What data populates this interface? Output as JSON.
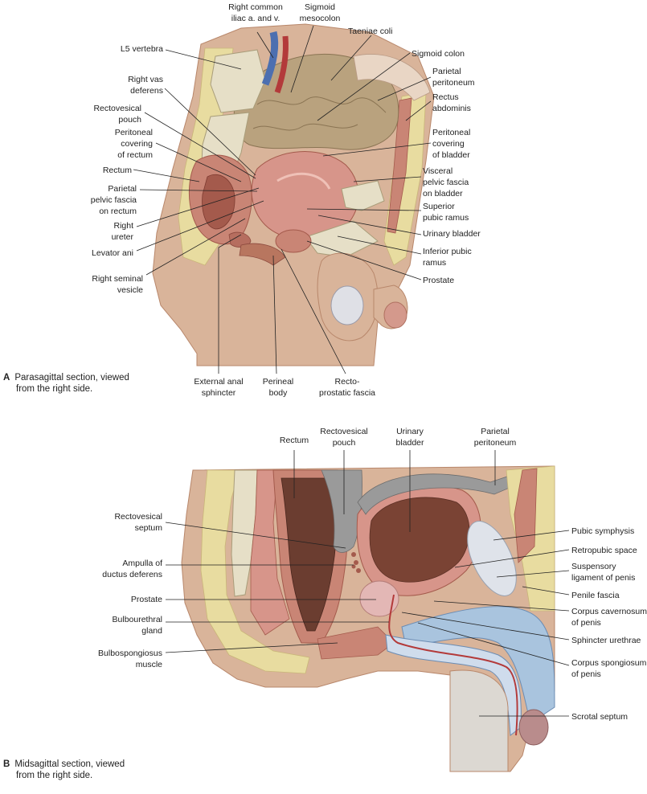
{
  "figure_a": {
    "letter": "A",
    "caption_line1": "Parasagittal section, viewed",
    "caption_line2": "from the right side.",
    "labels": {
      "right_common_iliac_1": "Right common",
      "right_common_iliac_2": "iliac a. and v.",
      "sigmoid_mesocolon_1": "Sigmoid",
      "sigmoid_mesocolon_2": "mesocolon",
      "taeniae_coli": "Taeniae coli",
      "l5_vertebra": "L5 vertebra",
      "sigmoid_colon": "Sigmoid colon",
      "parietal_peritoneum_1": "Parietal",
      "parietal_peritoneum_2": "peritoneum",
      "right_vas_deferens_1": "Right vas",
      "right_vas_deferens_2": "deferens",
      "rectus_abdominis_1": "Rectus",
      "rectus_abdominis_2": "abdominis",
      "rectovesical_pouch_1": "Rectovesical",
      "rectovesical_pouch_2": "pouch",
      "peritoneal_cov_rectum_1": "Peritoneal",
      "peritoneal_cov_rectum_2": "covering",
      "peritoneal_cov_rectum_3": "of rectum",
      "peritoneal_cov_bladder_1": "Peritoneal",
      "peritoneal_cov_bladder_2": "covering",
      "peritoneal_cov_bladder_3": "of bladder",
      "rectum": "Rectum",
      "visceral_fascia_1": "Visceral",
      "visceral_fascia_2": "pelvic fascia",
      "visceral_fascia_3": "on bladder",
      "parietal_fascia_1": "Parietal",
      "parietal_fascia_2": "pelvic fascia",
      "parietal_fascia_3": "on rectum",
      "superior_pubic_1": "Superior",
      "superior_pubic_2": "pubic ramus",
      "right_ureter_1": "Right",
      "right_ureter_2": "ureter",
      "urinary_bladder": "Urinary bladder",
      "levator_ani": "Levator ani",
      "inferior_pubic_1": "Inferior pubic",
      "inferior_pubic_2": "ramus",
      "right_seminal_1": "Right seminal",
      "right_seminal_2": "vesicle",
      "prostate": "Prostate",
      "external_anal_1": "External anal",
      "external_anal_2": "sphincter",
      "perineal_body_1": "Perineal",
      "perineal_body_2": "body",
      "recto_prostatic_1": "Recto-",
      "recto_prostatic_2": "prostatic fascia"
    }
  },
  "figure_b": {
    "letter": "B",
    "caption_line1": "Midsagittal section, viewed",
    "caption_line2": "from the right side.",
    "labels": {
      "rectum": "Rectum",
      "rectovesical_pouch_1": "Rectovesical",
      "rectovesical_pouch_2": "pouch",
      "urinary_bladder_1": "Urinary",
      "urinary_bladder_2": "bladder",
      "parietal_peritoneum_1": "Parietal",
      "parietal_peritoneum_2": "peritoneum",
      "rectovesical_septum_1": "Rectovesical",
      "rectovesical_septum_2": "septum",
      "pubic_symphysis": "Pubic symphysis",
      "retropubic_space": "Retropubic space",
      "ampulla_1": "Ampulla of",
      "ampulla_2": "ductus deferens",
      "suspensory_1": "Suspensory",
      "suspensory_2": "ligament of penis",
      "penile_fascia": "Penile fascia",
      "prostate": "Prostate",
      "corpus_cav_1": "Corpus cavernosum",
      "corpus_cav_2": "of penis",
      "bulbourethral_1": "Bulbourethral",
      "bulbourethral_2": "gland",
      "sphincter": "Sphincter urethrae",
      "bulbospongiosus_1": "Bulbospongiosus",
      "bulbospongiosus_2": "muscle",
      "corpus_spong_1": "Corpus spongiosum",
      "corpus_spong_2": "of penis",
      "scrotal_septum": "Scrotal septum"
    }
  },
  "colors": {
    "skin": "#d9b49a",
    "skin_shadow": "#b8876b",
    "muscle": "#c98575",
    "muscle_dark": "#a45a4c",
    "fat": "#e8dca0",
    "bone": "#e6dfc7",
    "gut": "#b9a27e",
    "lumen": "#6b3d30",
    "bladder_wall": "#d7958a",
    "spongy_blue": "#a9c4de",
    "line": "#222222"
  }
}
